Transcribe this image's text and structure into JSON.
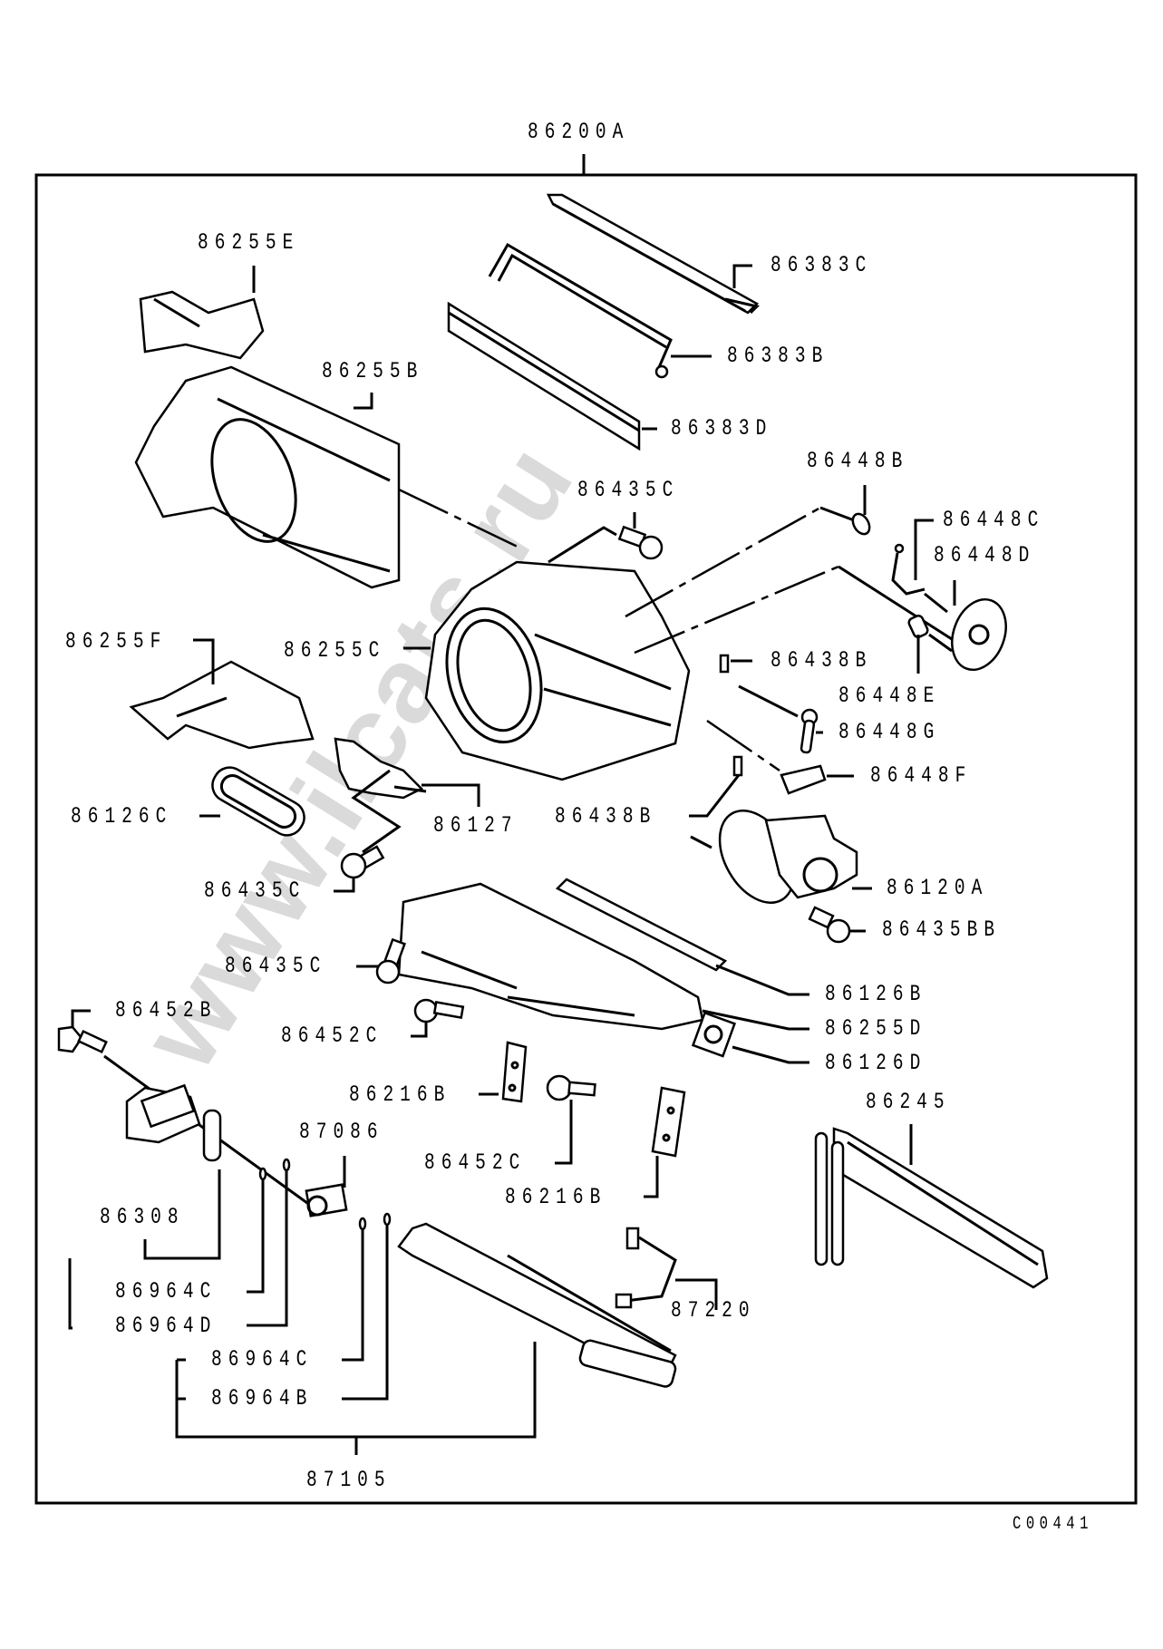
{
  "diagram": {
    "title_part": "86200A",
    "figure_code": "C00441",
    "watermark": "www.ilcats.ru",
    "colors": {
      "line": "#000000",
      "background": "#ffffff",
      "watermark": "#d9d9d9"
    },
    "labels": {
      "p86200A": "86200A",
      "p86255E": "86255E",
      "p86383C": "86383C",
      "p86383B": "86383B",
      "p86255B": "86255B",
      "p86383D": "86383D",
      "p86448B": "86448B",
      "p86435C_top": "86435C",
      "p86448C": "86448C",
      "p86448D": "86448D",
      "p86255F": "86255F",
      "p86255C": "86255C",
      "p86438B_a": "86438B",
      "p86448E": "86448E",
      "p86448G": "86448G",
      "p86448F": "86448F",
      "p86126C": "86126C",
      "p86127": "86127",
      "p86438B_b": "86438B",
      "p86120A": "86120A",
      "p86435C_mid": "86435C",
      "p86435BB": "86435BB",
      "p86435C_low": "86435C",
      "p86126B": "86126B",
      "p86452B": "86452B",
      "p86255D": "86255D",
      "p86452C_a": "86452C",
      "p86126D": "86126D",
      "p86216B_a": "86216B",
      "p86245": "86245",
      "p87086": "87086",
      "p86452C_b": "86452C",
      "p86216B_b": "86216B",
      "p86308": "86308",
      "p86964C_a": "86964C",
      "p86964D": "86964D",
      "p86964C_b": "86964C",
      "p86964B": "86964B",
      "p87220": "87220",
      "p87105": "87105"
    }
  }
}
